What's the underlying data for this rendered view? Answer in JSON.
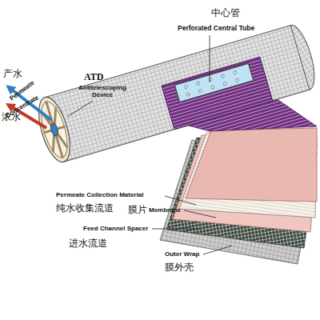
{
  "diagram": {
    "labels": [
      "ATD",
      "Antitelescoping Device",
      "中心管",
      "Perforated Central Tube",
      "产水",
      "Permeate",
      "Concentrate",
      "浓水",
      "Permeate Collection Material",
      "纯水收集流道",
      "膜片",
      "Membrane",
      "Feed Channel Spacer",
      "进水流道",
      "Outer Wrap",
      "膜外壳"
    ]
  }
}
